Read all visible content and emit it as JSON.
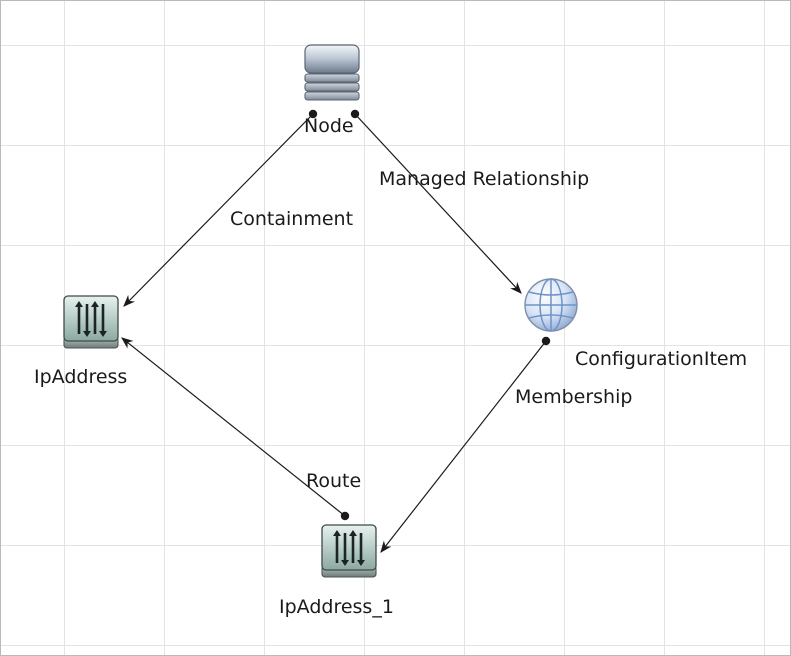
{
  "nodes": {
    "node": {
      "label": "Node",
      "icon": "database-server-icon"
    },
    "ip_address": {
      "label": "IpAddress",
      "icon": "ip-address-icon"
    },
    "configuration_item": {
      "label": "ConfigurationItem",
      "icon": "globe-icon"
    },
    "ip_address_1": {
      "label": "IpAddress_1",
      "icon": "ip-address-icon"
    }
  },
  "edges": {
    "containment": {
      "label": "Containment",
      "from": "Node",
      "to": "IpAddress"
    },
    "managed_relationship": {
      "label": "Managed Relationship",
      "from": "Node",
      "to": "ConfigurationItem"
    },
    "membership": {
      "label": "Membership",
      "from": "ConfigurationItem",
      "to": "IpAddress_1"
    },
    "route": {
      "label": "Route",
      "from": "IpAddress_1",
      "to": "IpAddress"
    }
  },
  "colors": {
    "grid": "#e3e3e3",
    "edge": "#1a1a1a",
    "label": "#1a1a1a"
  }
}
